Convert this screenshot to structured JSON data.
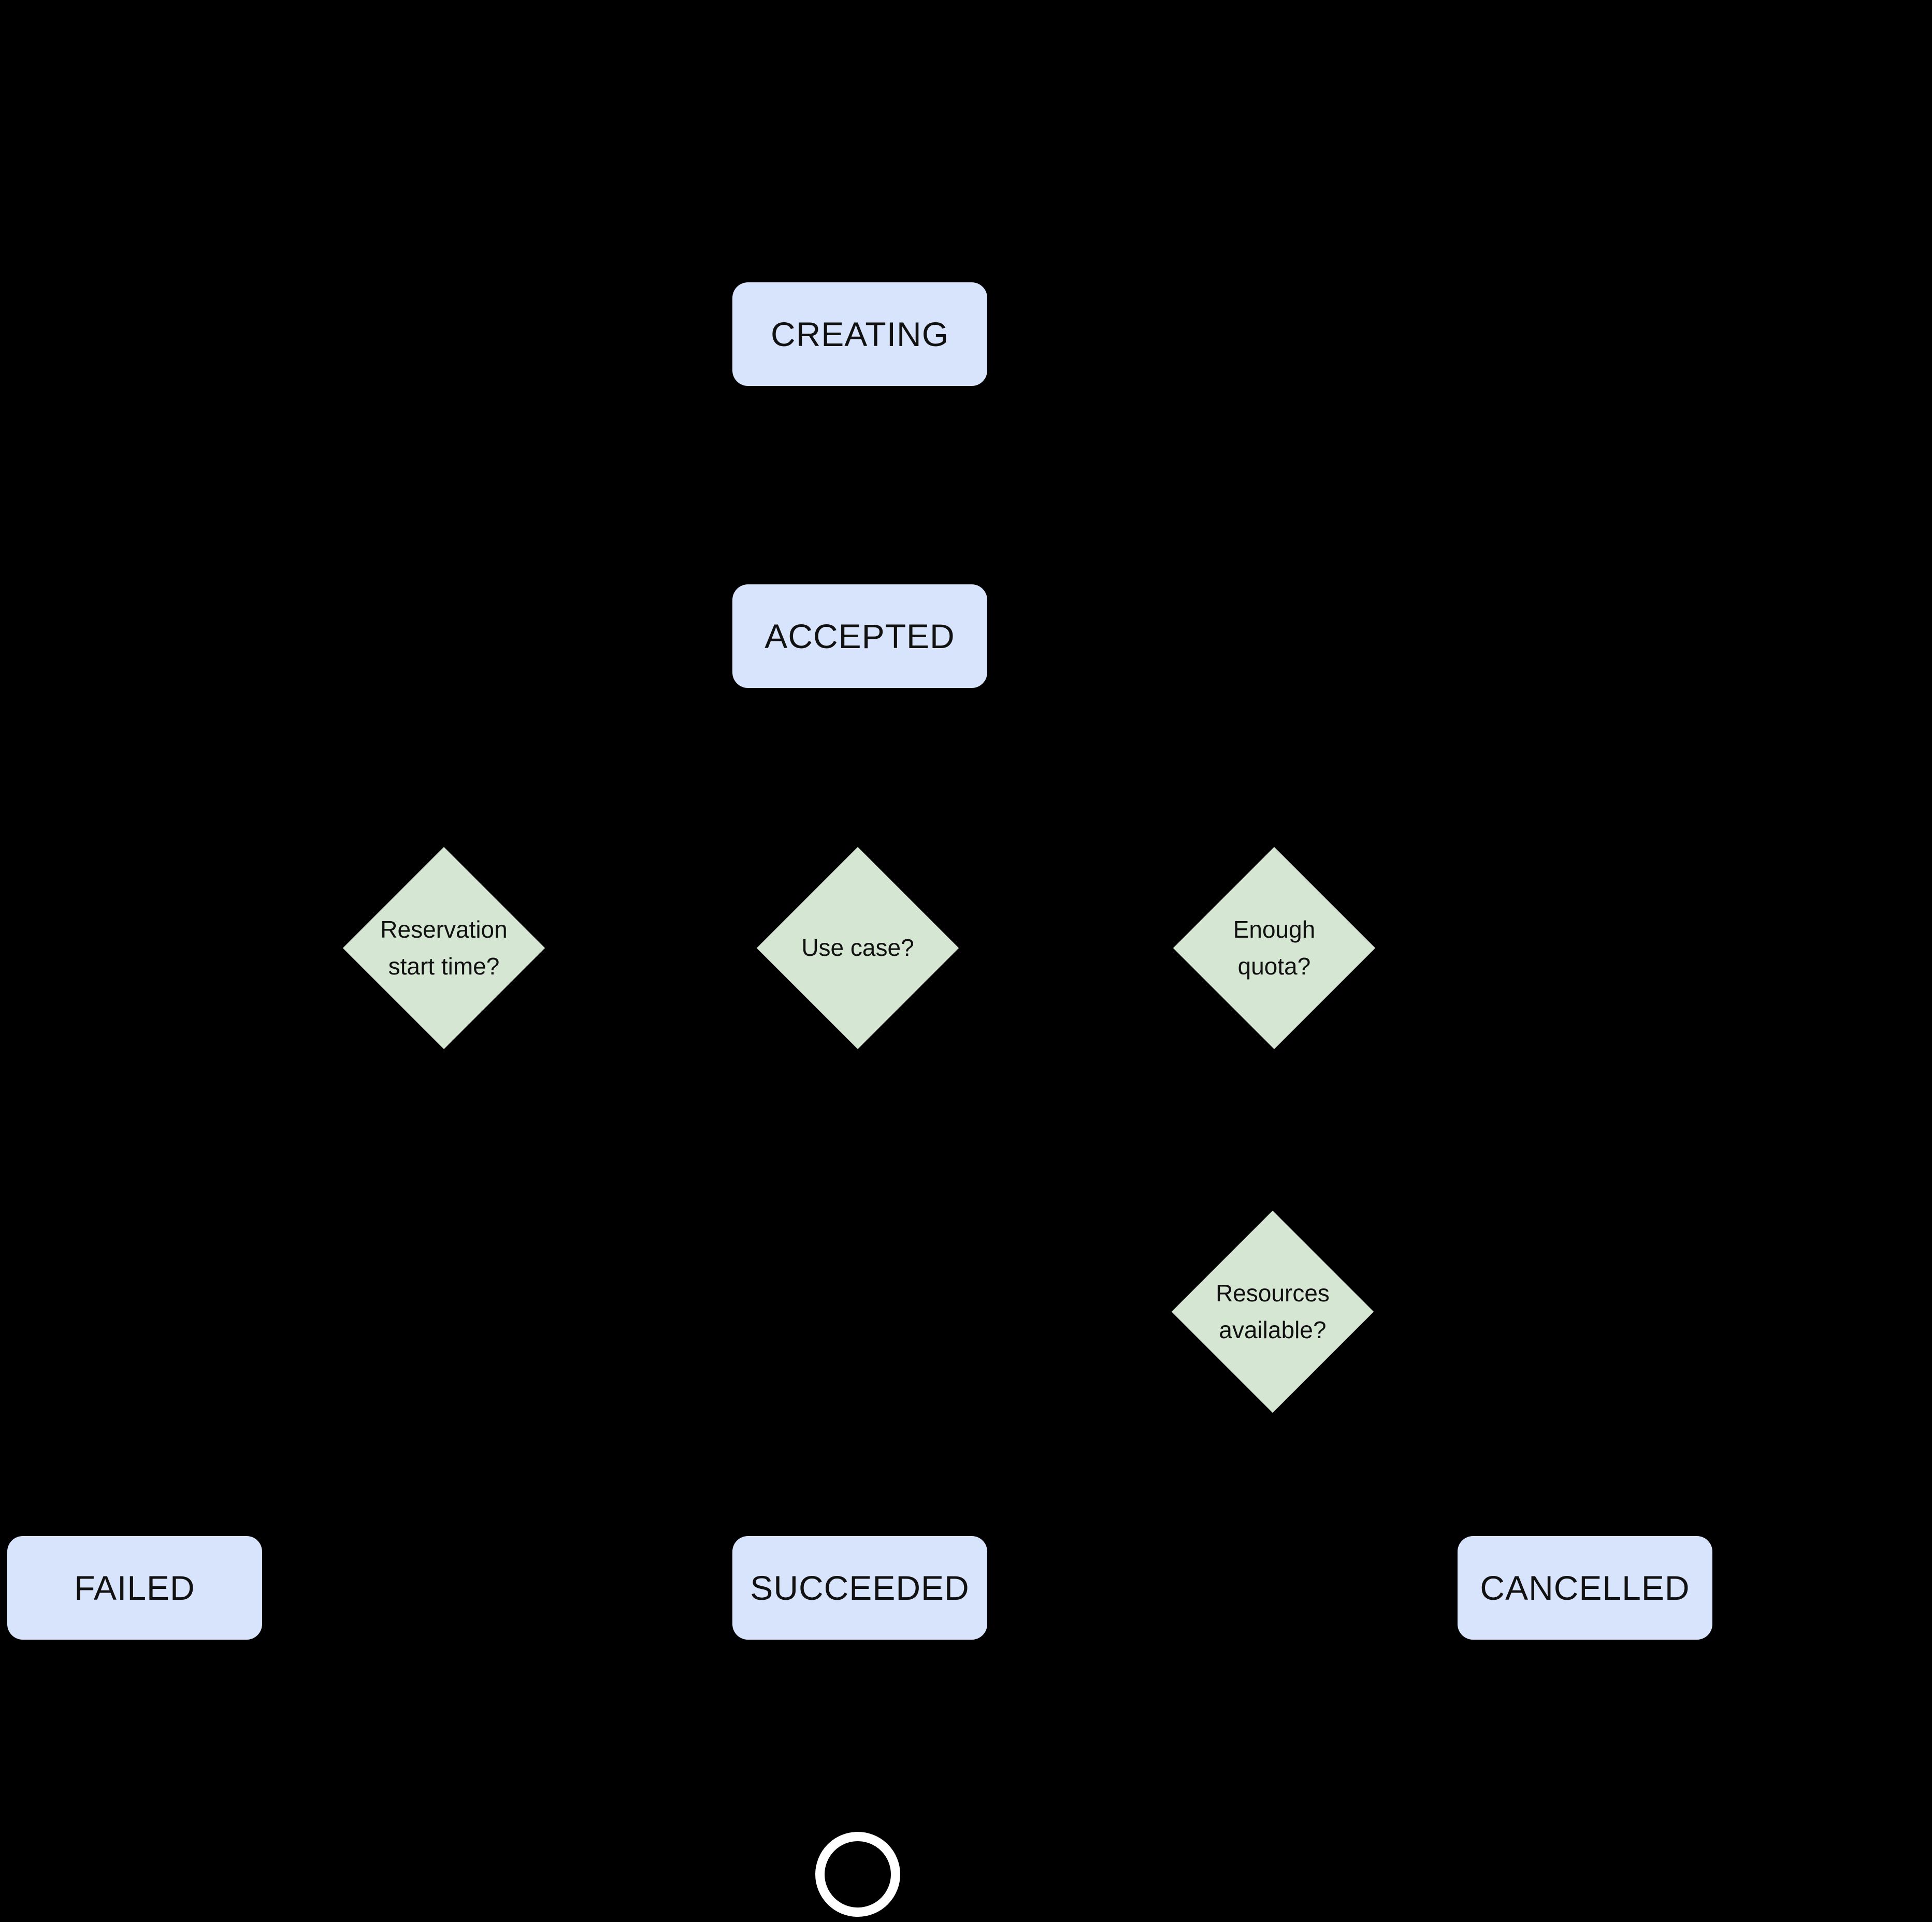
{
  "theme": {
    "background": "#000000",
    "state_box_fill": "#d7e4fb",
    "decision_fill": "#d5e6d2",
    "node_text": "#111111",
    "end_circle": "#ffffff"
  },
  "flowchart": {
    "state_boxes": [
      {
        "id": "creating",
        "label": "CREATING"
      },
      {
        "id": "accepted",
        "label": "ACCEPTED"
      },
      {
        "id": "failed",
        "label": "FAILED"
      },
      {
        "id": "succeeded",
        "label": "SUCCEEDED"
      },
      {
        "id": "cancelled",
        "label": "CANCELLED"
      }
    ],
    "decisions": [
      {
        "id": "reservation-start-time",
        "lines": [
          "Reservation",
          "start time?"
        ]
      },
      {
        "id": "use-case",
        "lines": [
          "Use case?"
        ]
      },
      {
        "id": "enough-quota",
        "lines": [
          "Enough",
          "quota?"
        ]
      },
      {
        "id": "resources-available",
        "lines": [
          "Resources",
          "available?"
        ]
      }
    ],
    "end_state": {
      "icon": "end-state-circle"
    }
  }
}
